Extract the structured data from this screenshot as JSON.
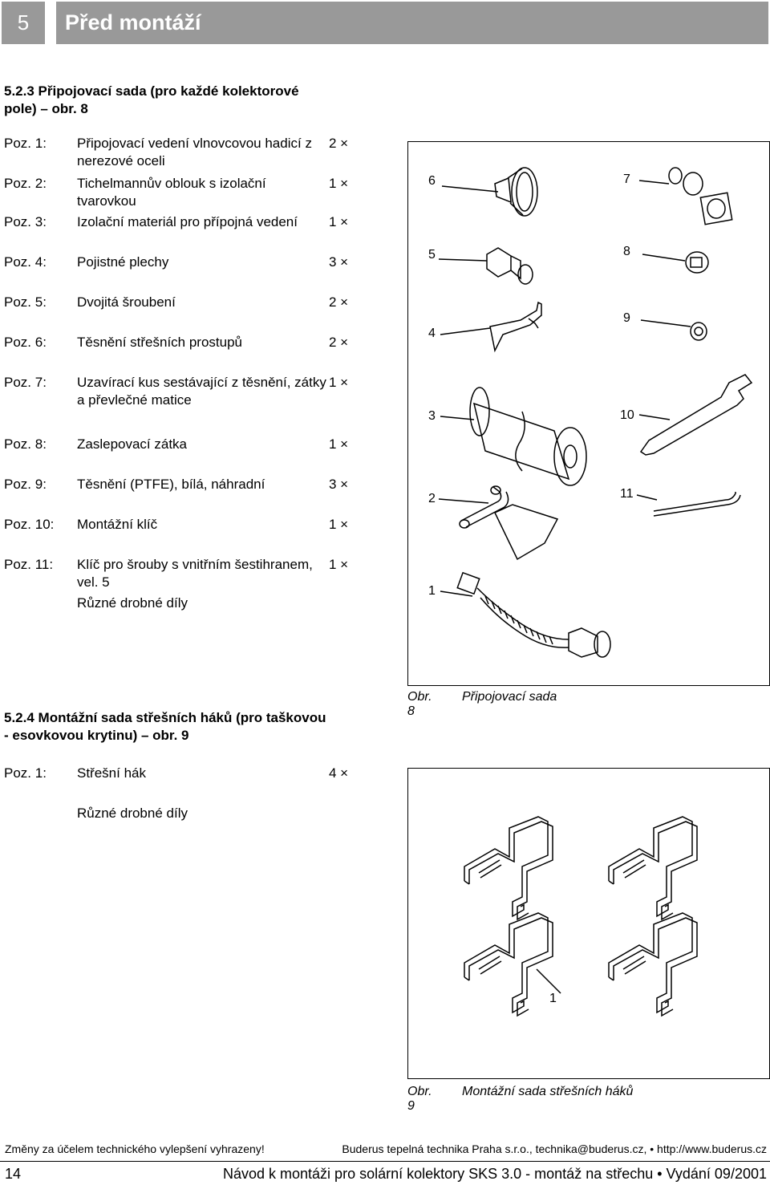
{
  "header": {
    "chapter_number": "5",
    "chapter_title": "Před montáží"
  },
  "section1": {
    "title": "5.2.3 Připojovací sada (pro každé kolektorové pole) – obr. 8",
    "title_line1": "5.2.3  Připojovací sada (pro každé kolektorové",
    "title_line2": "pole) – obr. 8",
    "items": [
      {
        "pos": "Poz. 1:",
        "desc": "Připojovací vedení vlnovcovou hadicí z nerezové oceli",
        "qty": "2 ×"
      },
      {
        "pos": "Poz. 2:",
        "desc": "Tichelmannův oblouk s izolační tvarovkou",
        "qty": "1 ×"
      },
      {
        "pos": "Poz. 3:",
        "desc": "Izolační materiál pro přípojná vedení",
        "qty": "1 ×"
      },
      {
        "pos": "Poz. 4:",
        "desc": "Pojistné plechy",
        "qty": "3 ×"
      },
      {
        "pos": "Poz. 5:",
        "desc": "Dvojitá šroubení",
        "qty": "2 ×"
      },
      {
        "pos": "Poz. 6:",
        "desc": "Těsnění střešních prostupů",
        "qty": "2 ×"
      },
      {
        "pos": "Poz. 7:",
        "desc": "Uzavírací kus sestávající z těsnění, zátky a převlečné matice",
        "qty": "1 ×"
      },
      {
        "pos": "Poz. 8:",
        "desc": "Zaslepovací zátka",
        "qty": "1 ×"
      },
      {
        "pos": "Poz. 9:",
        "desc": "Těsnění (PTFE), bílá, náhradní",
        "qty": "3 ×"
      },
      {
        "pos": "Poz. 10:",
        "desc": "Montážní klíč",
        "qty": "1 ×"
      },
      {
        "pos": "Poz. 11:",
        "desc": "Klíč pro šrouby s vnitřním šestihranem, vel. 5",
        "qty": "1 ×"
      }
    ],
    "misc": "Různé drobné díly"
  },
  "figure8": {
    "callouts": [
      "6",
      "7",
      "5",
      "8",
      "4",
      "9",
      "3",
      "10",
      "2",
      "11",
      "1"
    ],
    "caption_obr": "Obr. 8",
    "caption_text": "Připojovací sada"
  },
  "section2": {
    "title_line1": "5.2.4  Montážní sada střešních háků (pro taškovou",
    "title_line2": "- esovkovou krytinu) – obr. 9",
    "items": [
      {
        "pos": "Poz. 1:",
        "desc": "Střešní hák",
        "qty": "4 ×"
      }
    ],
    "misc": "Různé drobné díly"
  },
  "figure9": {
    "callout": "1",
    "caption_obr": "Obr. 9",
    "caption_text": "Montážní sada střešních háků"
  },
  "footer": {
    "left_note": "Změny za účelem technického vylepšení vyhrazeny!",
    "right_note": "Buderus tepelná technika Praha s.r.o., technika@buderus.cz, • http://www.buderus.cz",
    "page_number": "14",
    "doc_title": "Návod k montáži pro solární kolektory SKS 3.0 - montáž na střechu • Vydání 09/2001"
  }
}
